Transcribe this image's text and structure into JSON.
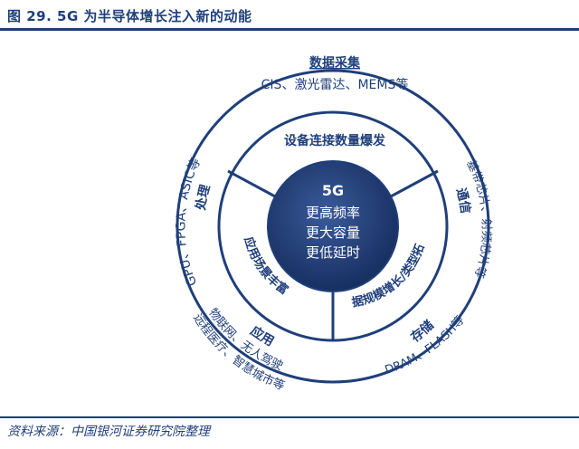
{
  "header": {
    "title": "图 29. 5G 为半导体增长注入新的动能"
  },
  "center": {
    "title": "5G",
    "lines": [
      "更高频率",
      "更大容量",
      "更低延时"
    ]
  },
  "middle_ring": {
    "top": "设备连接数量爆发",
    "left": "应用场景丰富",
    "right": "数据规模增长/类型拓展"
  },
  "outer_ring": {
    "data_collection": {
      "heading": "数据采集",
      "detail": "CIS、激光雷达、MEMS等"
    },
    "processing": {
      "heading": "处理",
      "detail": "GPU、FPGA、ASIC等"
    },
    "communication": {
      "heading": "通信",
      "detail": "基带芯片、射频芯片等"
    },
    "application": {
      "heading": "应用",
      "detail1": "物联网、无人驾驶",
      "detail2": "远程医疗、智慧城市等"
    },
    "storage": {
      "heading": "存储",
      "detail": "DRAM、FLASH等"
    }
  },
  "footer": {
    "source": "资料来源：中国银河证券研究院整理"
  },
  "colors": {
    "navy": "#1f3f7a",
    "core_fill": "#1f3a73",
    "ring_stroke": "#1f3f7a"
  }
}
